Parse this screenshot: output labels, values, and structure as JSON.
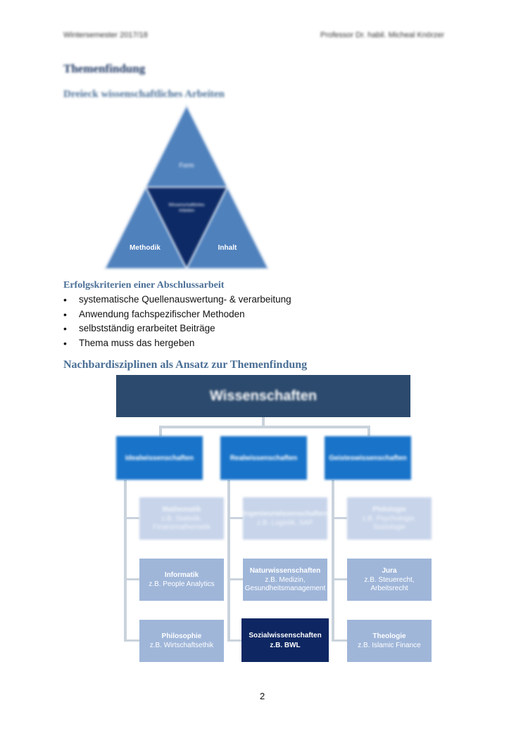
{
  "header": {
    "left": "Wintersemester 2017/18",
    "right": "Professor Dr. habil. Micheal Knörzer"
  },
  "title": "Themenfindung",
  "triangle_section": {
    "heading": "Dreieck wissenschaftliches Arbeiten",
    "top": "Form",
    "center": [
      "Wissenschaftliches",
      "Arbeiten"
    ],
    "left": "Methodik",
    "right": "Inhalt",
    "colors": {
      "outer": "#4f81bd",
      "center": "#0d2a66"
    }
  },
  "criteria": {
    "heading": "Erfolgskriterien einer Abschlussarbeit",
    "items": [
      "systematische Quellenauswertung- & verarbeitung",
      "Anwendung fachspezifischer Methoden",
      "selbstständig erarbeitet Beiträge",
      "Thema muss das hergeben"
    ]
  },
  "disciplines": {
    "heading": "Nachbardisziplinen als Ansatz zur Themenfindung",
    "root": "Wissenschaften",
    "categories": [
      {
        "name": "Idealwissenschaften",
        "children": [
          {
            "name": "Mathematik",
            "example": "z.B. Statistik, Finanzmathematik"
          },
          {
            "name": "Informatik",
            "example": "z.B. People Analytics"
          },
          {
            "name": "Philosophie",
            "example": "z.B. Wirtschaftsethik"
          }
        ]
      },
      {
        "name": "Realwissenschaften",
        "children": [
          {
            "name": "Ingenieurwissenschaften",
            "example": "z.B. Logistik, SAP"
          },
          {
            "name": "Naturwissenschaften",
            "example": "z.B. Medizin, Gesundheitsmanagement"
          },
          {
            "name": "Sozialwissenschaften",
            "example": "z.B. BWL"
          }
        ]
      },
      {
        "name": "Geisteswissenschaften",
        "children": [
          {
            "name": "Philologie",
            "example": "z.B. Psychologie, Soziologie"
          },
          {
            "name": "Jura",
            "example": "z.B. Steuerecht, Arbeitsrecht"
          },
          {
            "name": "Theologie",
            "example": "z.B. Islamic Finance"
          }
        ]
      }
    ],
    "colors": {
      "root": "#2c4a6d",
      "category": "#1873c9",
      "child": "#9fb6d9",
      "highlight": "#0e2762"
    }
  },
  "page_number": "2"
}
